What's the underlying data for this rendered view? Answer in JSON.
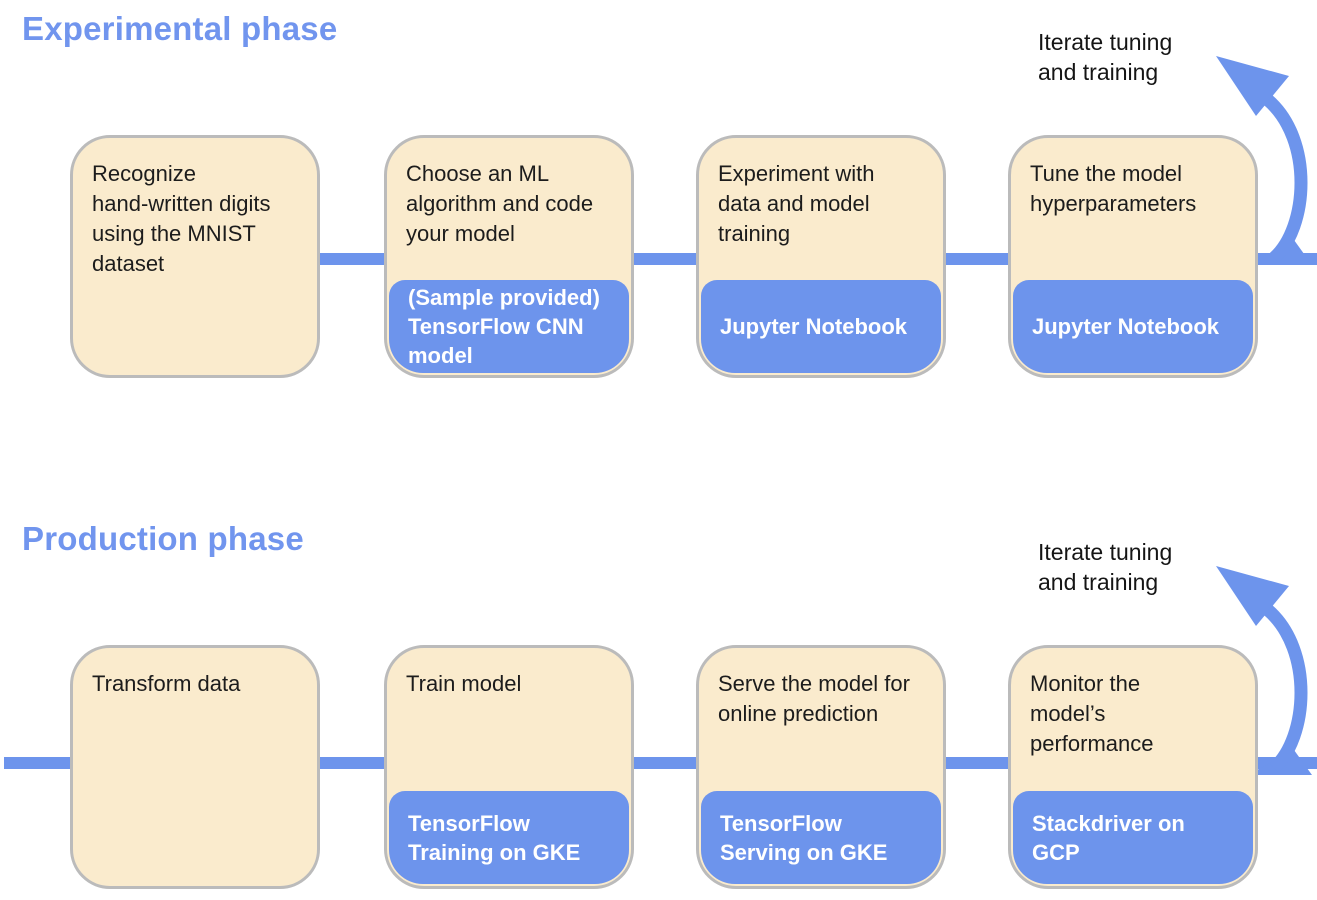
{
  "colors": {
    "accent": "#6D94EC",
    "heading": "#7195EE",
    "cream": "#FAEBCD",
    "boxborder": "#BBBBBB"
  },
  "phases": [
    {
      "title": "Experimental phase",
      "iterate_label": "Iterate tuning\nand training",
      "steps": [
        {
          "description": "Recognize\nhand-written digits\nusing the MNIST\ndataset",
          "tool": ""
        },
        {
          "description": "Choose an ML\nalgorithm and code\nyour model",
          "tool": "(Sample provided)\nTensorFlow CNN\nmodel"
        },
        {
          "description": "Experiment with\ndata and model\ntraining",
          "tool": "Jupyter Notebook"
        },
        {
          "description": "Tune the model\nhyperparameters",
          "tool": "Jupyter Notebook"
        }
      ]
    },
    {
      "title": "Production phase",
      "iterate_label": "Iterate tuning\nand training",
      "steps": [
        {
          "description": "Transform data",
          "tool": ""
        },
        {
          "description": "Train model",
          "tool": "TensorFlow\nTraining on GKE"
        },
        {
          "description": "Serve the model for\nonline prediction",
          "tool": "TensorFlow\nServing on GKE"
        },
        {
          "description": "Monitor the\nmodel’s\nperformance",
          "tool": "Stackdriver on\nGCP"
        }
      ]
    }
  ]
}
